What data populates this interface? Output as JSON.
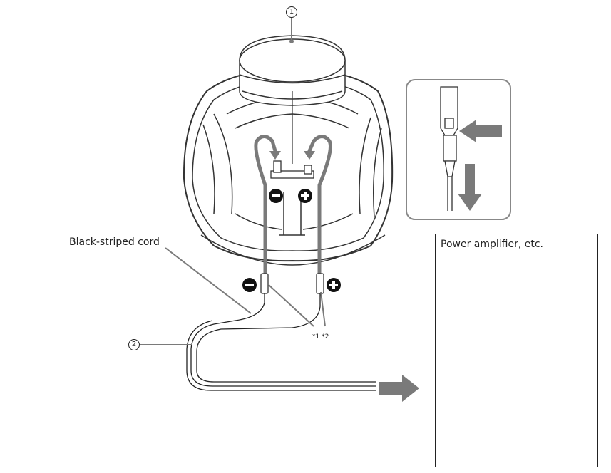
{
  "callouts": {
    "one": "1",
    "two": "2"
  },
  "labels": {
    "black_striped_cord": "Black-striped cord",
    "power_amplifier": "Power amplifier, etc.",
    "note_1": "*1",
    "note_2": "*2"
  },
  "terminals": {
    "negative_symbol": "−",
    "positive_symbol": "+"
  },
  "colors": {
    "line": "#222222",
    "arrow_gray": "#7a7a7a",
    "speaker_outline": "#444444"
  }
}
